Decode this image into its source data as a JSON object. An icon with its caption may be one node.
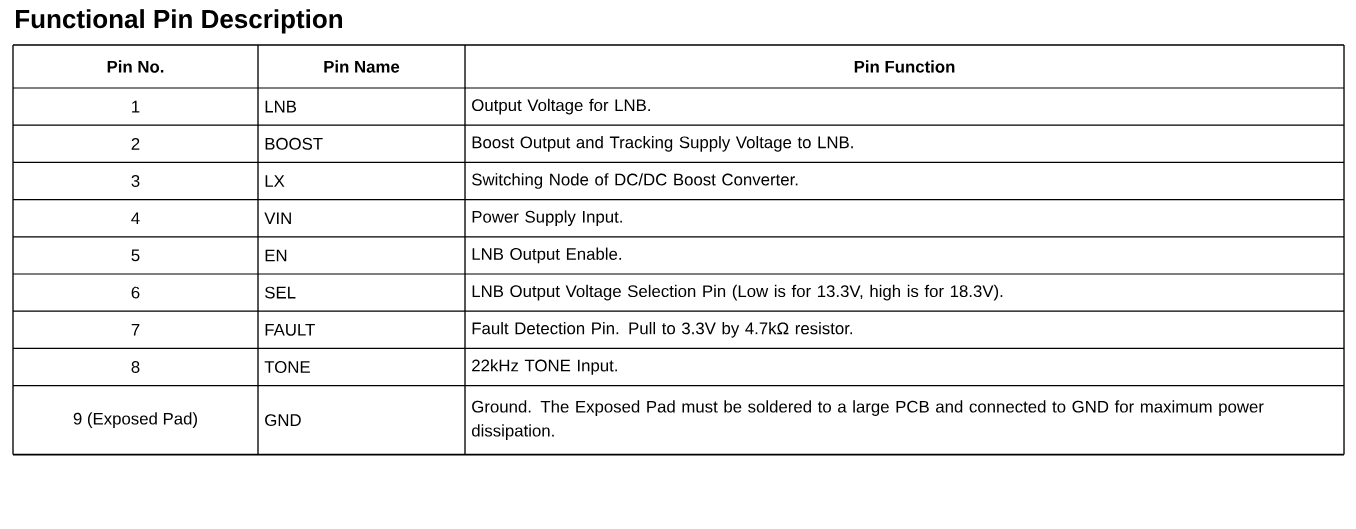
{
  "diagram": {
    "title": "Functional Pin Description",
    "labels": [
      "Pin No.",
      "Pin Name",
      "Pin Function",
      "1",
      "LNB",
      "Output Voltage for LNB.",
      "2",
      "BOOST",
      "Boost Output and Tracking Supply Voltage to LNB.",
      "3",
      "LX",
      "Switching Node of DC/DC Boost Converter.",
      "4",
      "VIN",
      "Power Supply Input.",
      "5",
      "EN",
      "LNB Output Enable.",
      "6",
      "SEL",
      "LNB Output Voltage Selection Pin (Low is for 13.3V, high is for 18.3V).",
      "7",
      "FAULT",
      "Fault Detection Pin. Pull to 3.3V by 4.7kΩ resistor.",
      "8",
      "TONE",
      "22kHz TONE Input.",
      "9 (Exposed Pad)",
      "GND",
      "Ground. The Exposed Pad must be soldered to a large PCB and connected to GND for maximum power dissipation."
    ]
  }
}
